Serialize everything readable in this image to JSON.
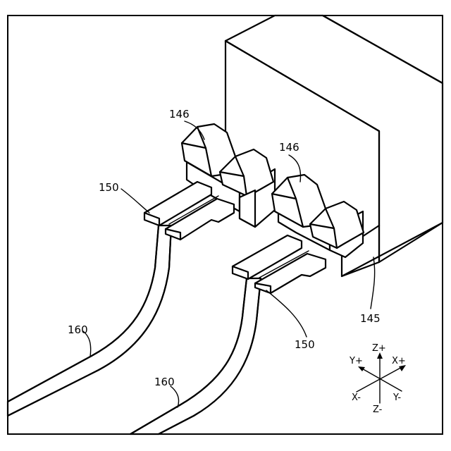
{
  "labels": {
    "housing": "145",
    "latch_a": "146",
    "latch_b": "146",
    "terminal_a": "150",
    "terminal_b": "150",
    "cable_a": "160",
    "cable_b": "160"
  },
  "axes": {
    "z_plus": "Z+",
    "z_minus": "Z-",
    "x_plus": "X+",
    "x_minus": "X-",
    "y_plus": "Y+",
    "y_minus": "Y-"
  }
}
